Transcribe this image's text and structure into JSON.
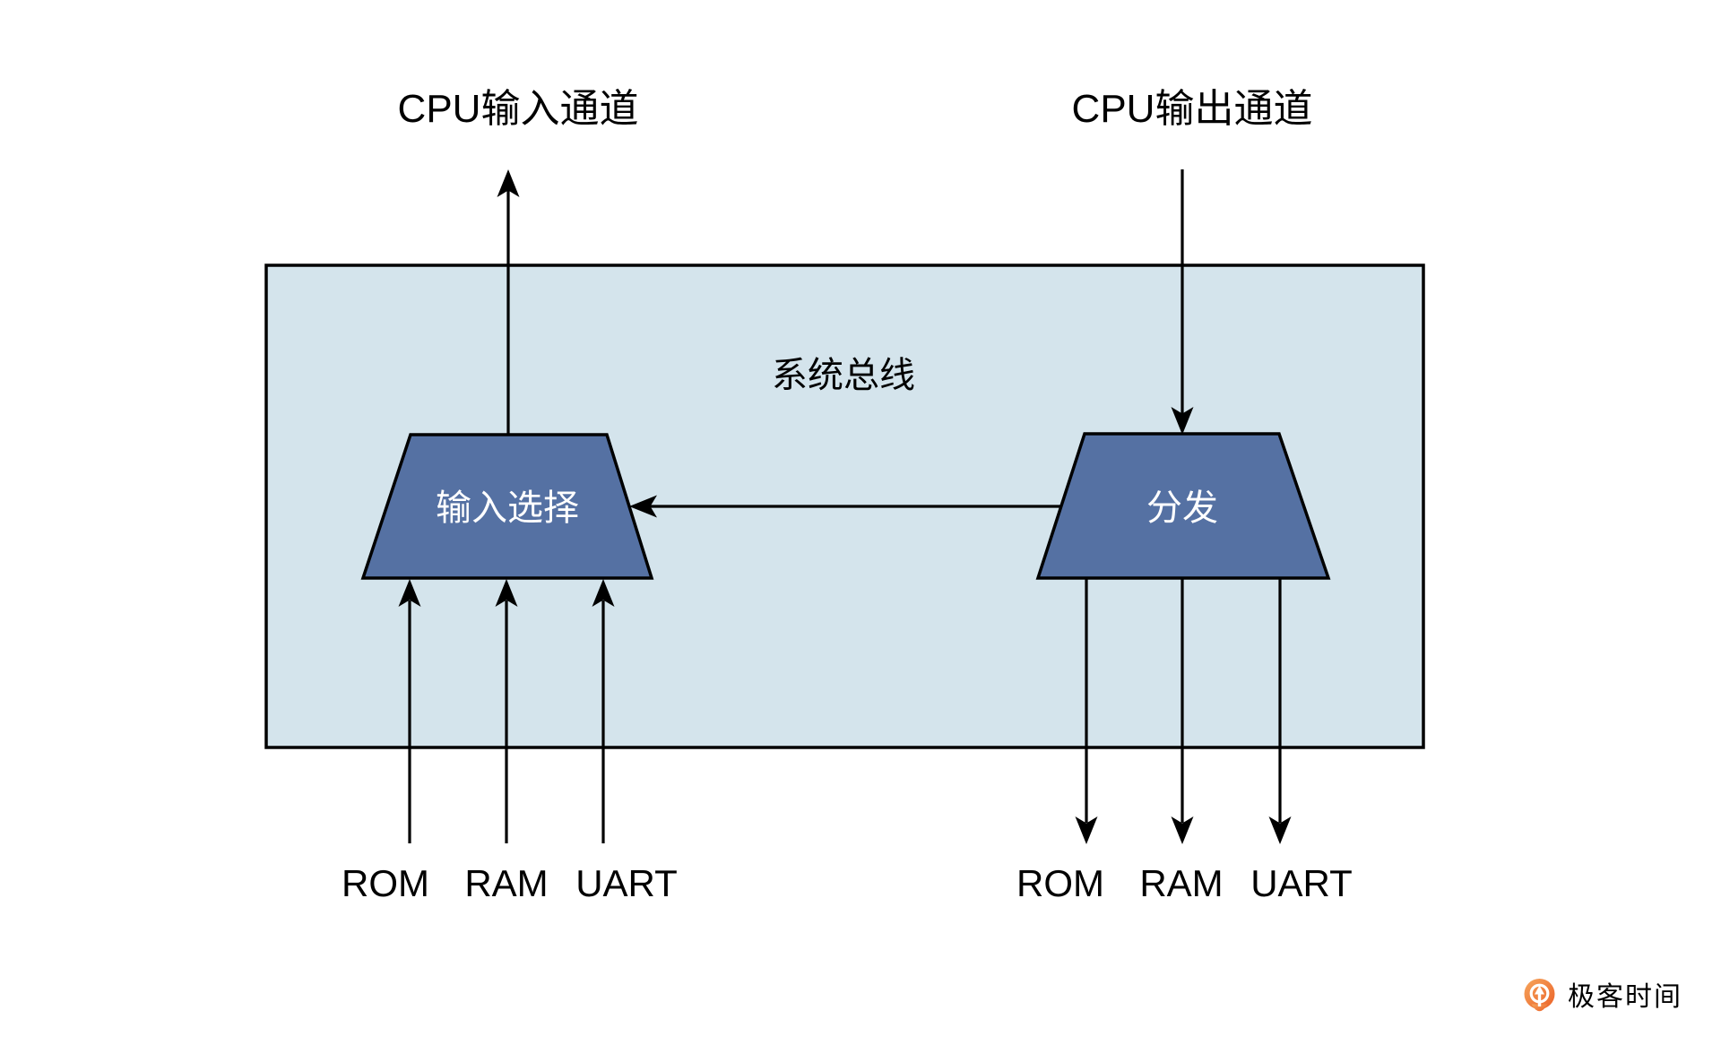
{
  "bus": {
    "label": "系统总线"
  },
  "mux": {
    "input_selector_label": "输入选择",
    "distributor_label": "分发"
  },
  "channels": {
    "cpu_input": "CPU输入通道",
    "cpu_output": "CPU输出通道"
  },
  "left_devices": [
    "ROM",
    "RAM",
    "UART"
  ],
  "right_devices": [
    "ROM",
    "RAM",
    "UART"
  ],
  "colors": {
    "bus_fill": "#d4e4ec",
    "mux_fill": "#5571a3",
    "line": "#000000",
    "logo_orange_light": "#f6a55c",
    "logo_orange_dark": "#eb6128",
    "logo_text_gray": "#8e8e8e"
  },
  "footer": {
    "brand": "极客时间"
  }
}
